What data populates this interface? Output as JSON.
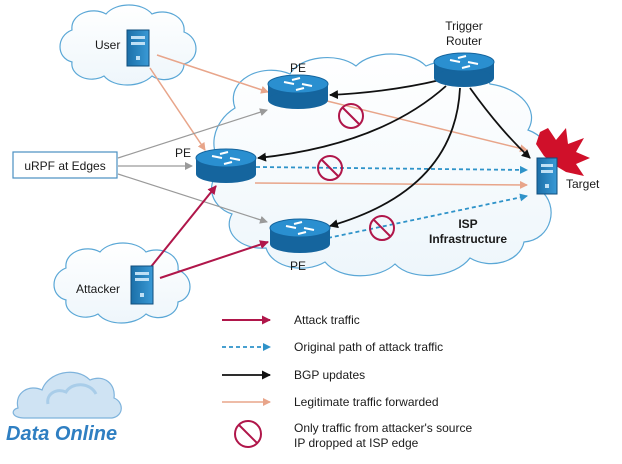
{
  "nodes": {
    "user": "User",
    "attacker": "Attacker",
    "urpf": "uRPF at Edges",
    "trigger_line1": "Trigger",
    "trigger_line2": "Router",
    "pe_top": "PE",
    "pe_mid": "PE",
    "pe_bottom": "PE",
    "target": "Target",
    "isp_line1": "ISP",
    "isp_line2": "Infrastructure"
  },
  "legend": {
    "attack": "Attack traffic",
    "original": "Original path of attack traffic",
    "bgp": "BGP updates",
    "legit": "Legitimate traffic forwarded",
    "dropped_line1": "Only traffic from attacker's source",
    "dropped_line2": "IP dropped at ISP edge"
  },
  "logo": {
    "text": "Data Online"
  },
  "colors": {
    "attack": "#b0164a",
    "original": "#2f93c9",
    "bgp": "#111111",
    "legit": "#e8a58a",
    "drop": "#b0164a",
    "router": "#1c7fbf",
    "cloud_stroke": "#5aa7d6"
  }
}
